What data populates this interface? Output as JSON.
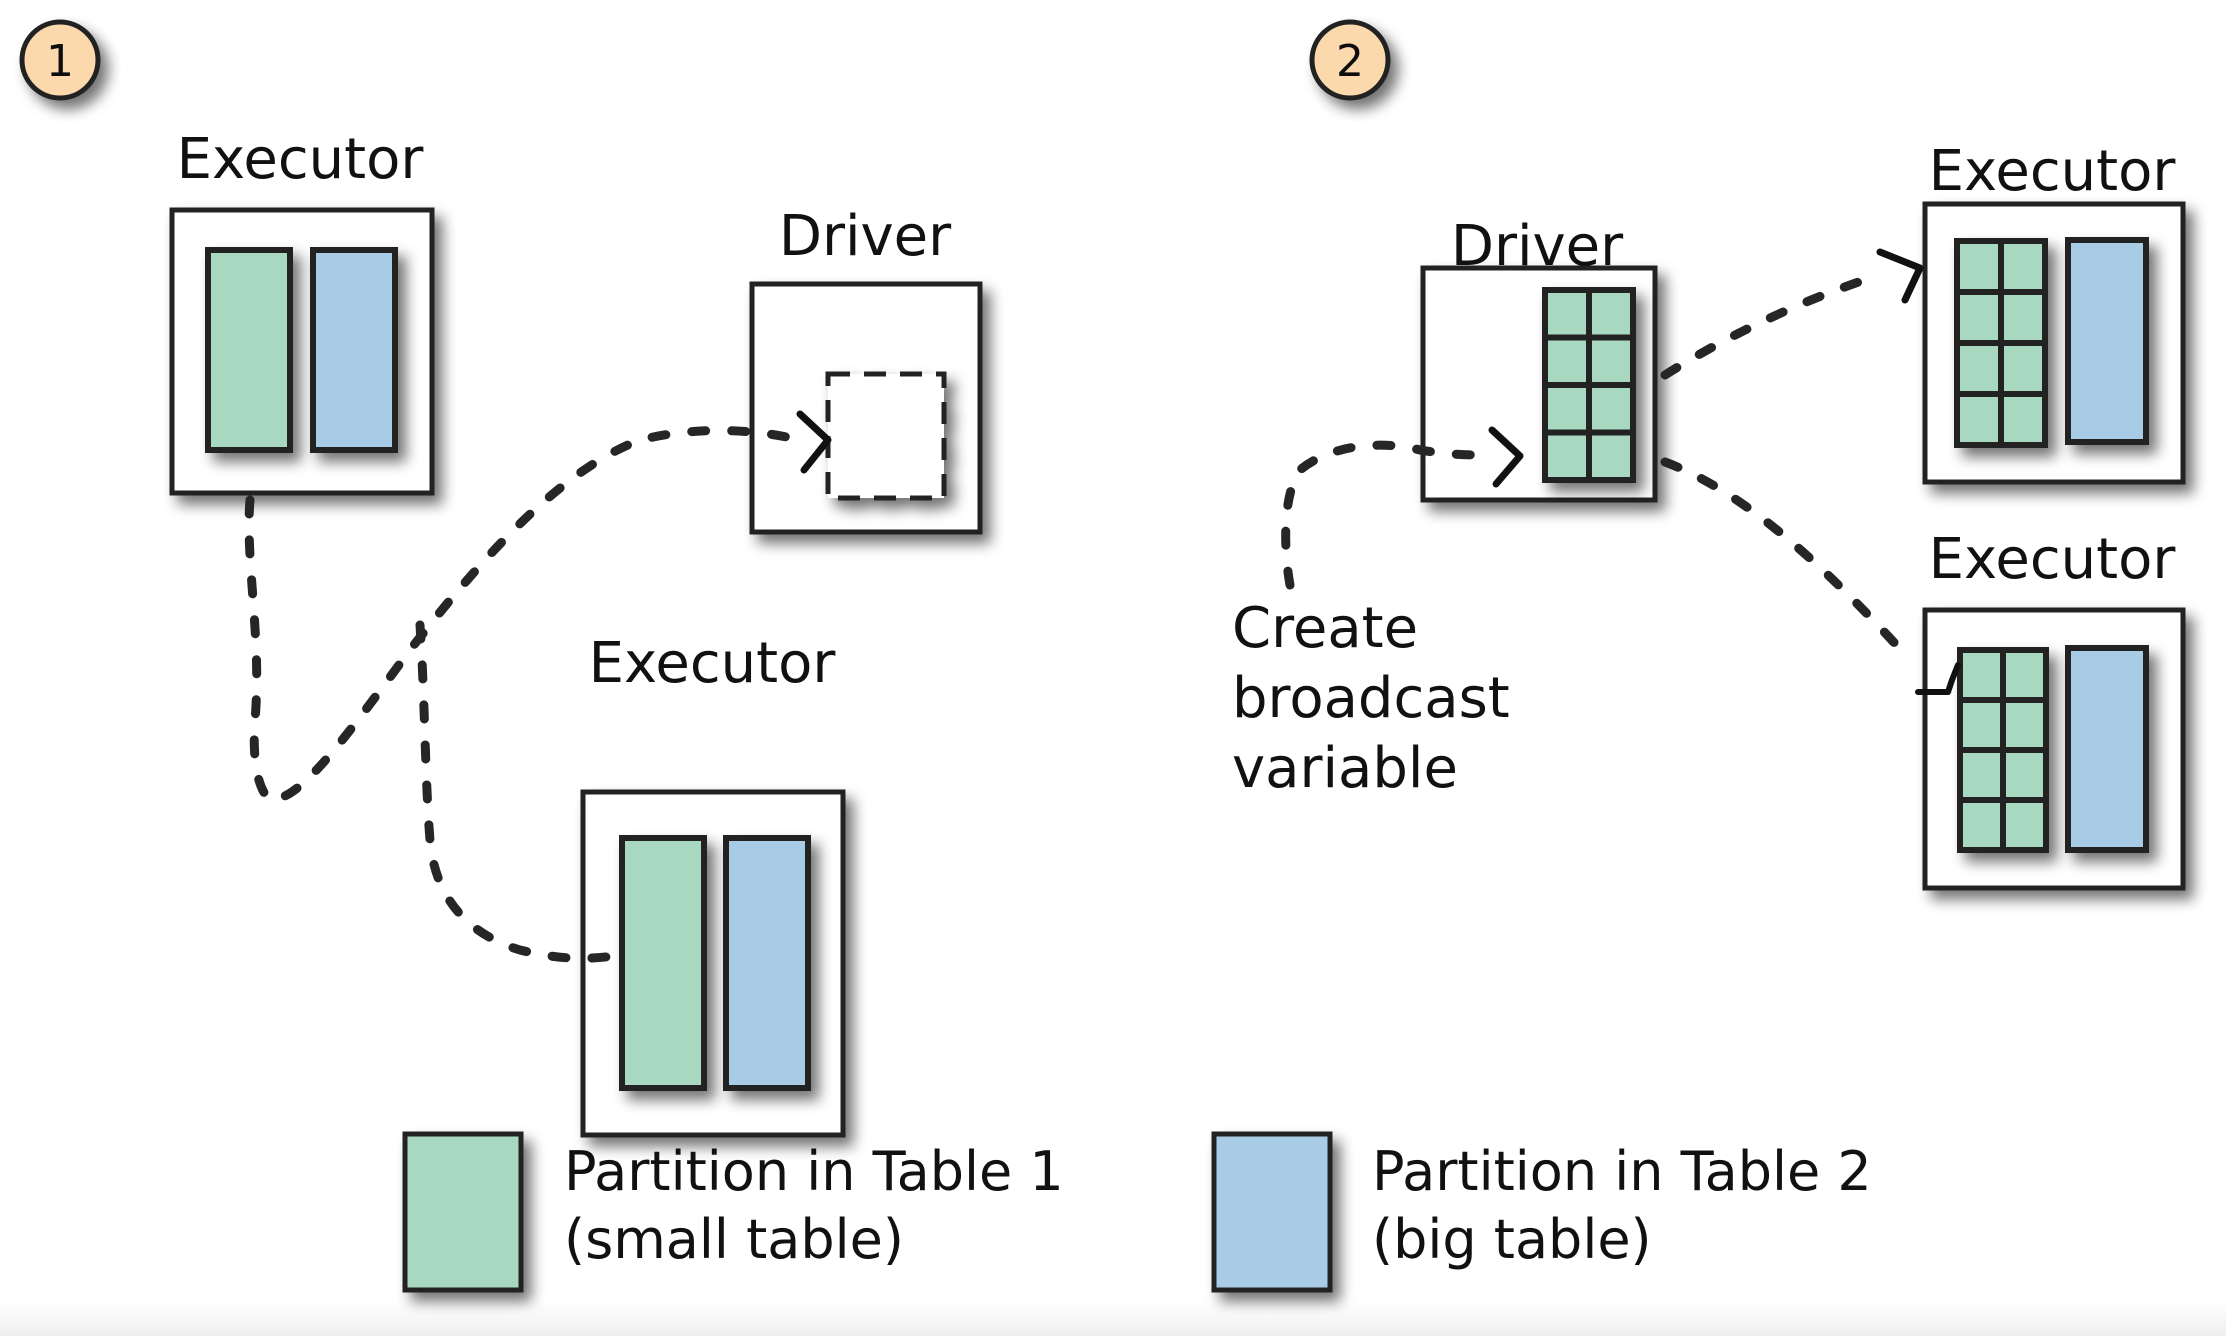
{
  "diagram": {
    "title": "Broadcast join: Spark driver collects the small table and broadcasts it to executors",
    "colors": {
      "small_table": "#a8d8c0",
      "big_table": "#a8cce6",
      "badge": "#fcd9ad",
      "stroke": "#222222"
    },
    "step1": {
      "badge": "1",
      "executor_top_label": "Executor",
      "driver_label": "Driver",
      "executor_bottom_label": "Executor"
    },
    "step2": {
      "badge": "2",
      "driver_label": "Driver",
      "executor_top_label": "Executor",
      "executor_bottom_label": "Executor",
      "annotation": [
        "Create",
        "broadcast",
        "variable"
      ],
      "broadcast_grid": {
        "rows": 4,
        "cols": 2
      }
    },
    "legend": [
      {
        "label_line1": "Partition in Table 1",
        "label_line2": "(small table)",
        "color_key": "small_table"
      },
      {
        "label_line1": "Partition in Table 2",
        "label_line2": "(big table)",
        "color_key": "big_table"
      }
    ]
  }
}
